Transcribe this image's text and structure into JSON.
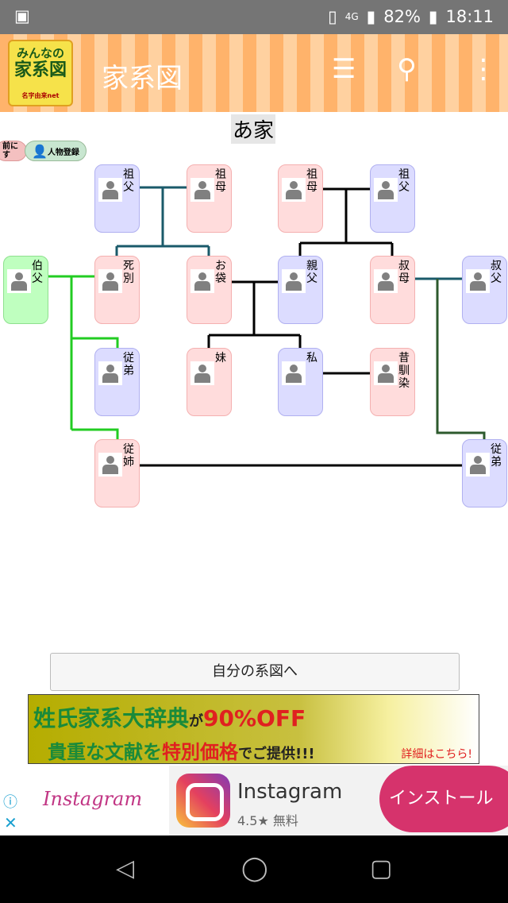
{
  "status": {
    "network": "4G",
    "battery": "82%",
    "time": "18:11"
  },
  "appbar": {
    "logo_top": "みんなの",
    "logo_main": "家系図",
    "logo_sub": "名字由来net",
    "title": "家系図"
  },
  "family_name": "あ家",
  "pills": {
    "back": "前にす",
    "register": "人物登録"
  },
  "people": [
    {
      "label": "祖父",
      "gender": "m"
    },
    {
      "label": "祖母",
      "gender": "f"
    },
    {
      "label": "祖母",
      "gender": "f"
    },
    {
      "label": "祖父",
      "gender": "m"
    },
    {
      "label": "伯父",
      "gender": "g"
    },
    {
      "label": "死別",
      "gender": "f"
    },
    {
      "label": "お袋",
      "gender": "f"
    },
    {
      "label": "親父",
      "gender": "m"
    },
    {
      "label": "叔母",
      "gender": "f"
    },
    {
      "label": "叔父",
      "gender": "m"
    },
    {
      "label": "従弟",
      "gender": "m"
    },
    {
      "label": "妹",
      "gender": "f"
    },
    {
      "label": "私",
      "gender": "m"
    },
    {
      "label": "昔馴染",
      "gender": "f"
    },
    {
      "label": "従姉",
      "gender": "f"
    },
    {
      "label": "従弟",
      "gender": "m"
    }
  ],
  "my_tree_button": "自分の系図へ",
  "banner": {
    "l1a": "姓氏家系大辞典",
    "l1b": "が",
    "l1c": "90%OFF",
    "l2a": "貴重な文献を",
    "l2b": "特別価格",
    "l2c": "でご提供!!!",
    "l3": "詳細はこちら!"
  },
  "ad": {
    "brand": "Instagram",
    "app": "Instagram",
    "rating": "4.5★ 無料",
    "install": "インストール"
  },
  "colors": {
    "male": "#dcdcff",
    "female": "#ffdcdc",
    "highlight": "#bfffbf",
    "install": "#d6336c"
  }
}
